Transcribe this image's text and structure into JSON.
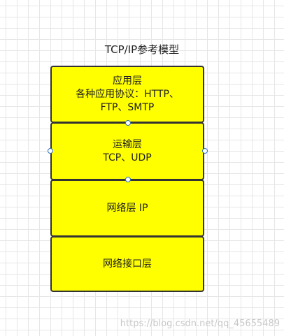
{
  "diagram": {
    "title": "TCP/IP参考模型",
    "layers": [
      {
        "lines": [
          "应用层",
          "各种应用协议：HTTP、",
          "FTP、SMTP"
        ]
      },
      {
        "lines": [
          "运输层",
          "TCP、UDP"
        ]
      },
      {
        "lines": [
          "网络层 IP"
        ]
      },
      {
        "lines": [
          "网络接口层"
        ]
      }
    ],
    "fill_color": "#ffff00",
    "border_color": "#333333"
  },
  "watermark": "https://blog.csdn.net/qq_45655489"
}
